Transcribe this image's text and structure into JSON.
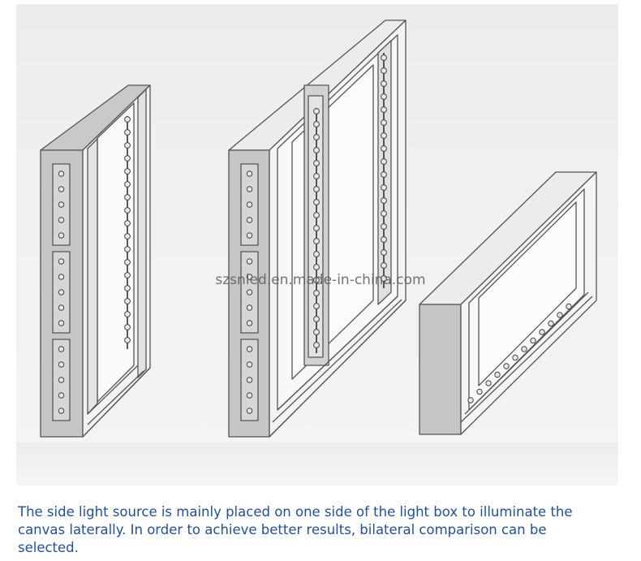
{
  "watermark": "szsnled.en.made-in-china.com",
  "caption": {
    "line1": "The side light source is mainly placed on one side of the light box to illuminate the",
    "line2": " canvas laterally. In order to achieve better results, bilateral comparison can be",
    "line3": "selected."
  },
  "figure": {
    "background": "#eeeeee",
    "frame_side_color": "#c4c4c4",
    "frame_outline_color": "#555555"
  }
}
